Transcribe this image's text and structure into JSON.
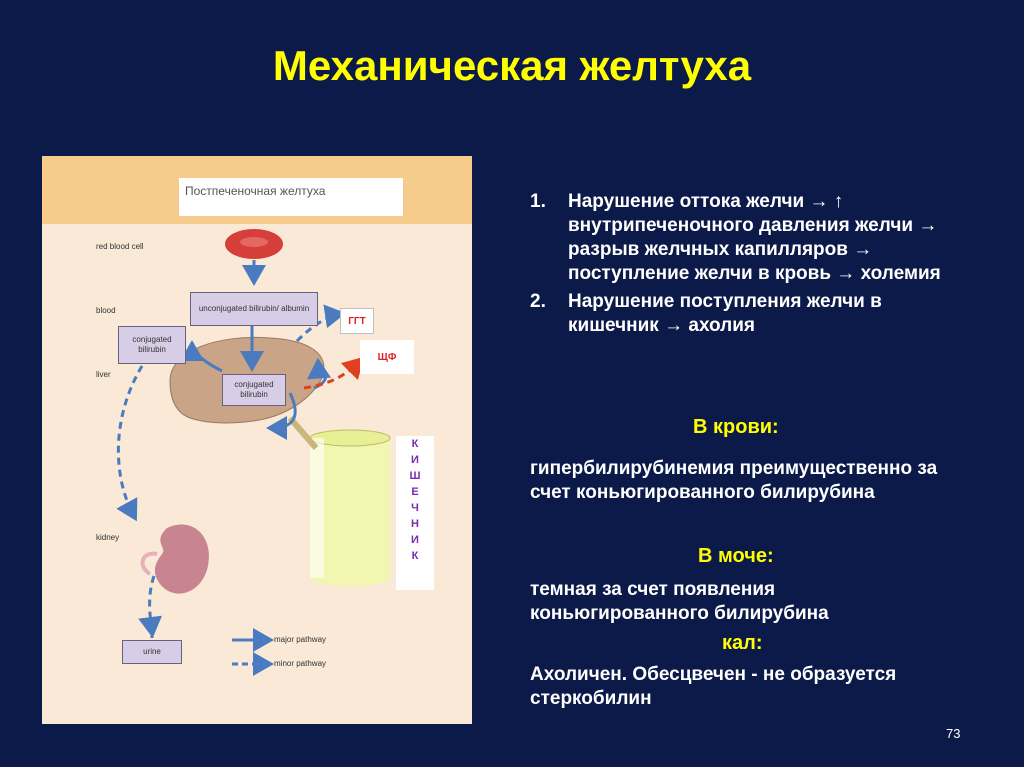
{
  "title": "Механическая желтуха",
  "figure": {
    "title": "Постпеченочная желтуха",
    "labels": {
      "red_blood_cell": "red blood cell",
      "blood": "blood",
      "liver": "liver",
      "kidney": "kidney"
    },
    "boxes": {
      "unconjugated": "unconjugated bilirubin/ albumin",
      "conjugated_blood": "conjugated bilirubin",
      "conjugated_liver": "conjugated bilirubin",
      "urine": "urine"
    },
    "enzymes": [
      "ГГТ",
      "ЩФ"
    ],
    "intestine_letters": [
      "К",
      "И",
      "Ш",
      "Е",
      "Ч",
      "Н",
      "И",
      "К"
    ],
    "legend": {
      "major": "major pathway",
      "minor": "minor pathway"
    },
    "colors": {
      "arrow": "#4a7bc0",
      "enzyme_arrow": "#e04020",
      "liver": "#c9a486",
      "rbc": "#d63e3a"
    }
  },
  "points": [
    {
      "num": "1.",
      "text": "Нарушение оттока желчи → ↑ внутрипеченочного давления желчи → разрыв желчных капилляров → поступление желчи в кровь → холемия"
    },
    {
      "num": "2.",
      "text": "Нарушение поступления желчи в кишечник → ахолия"
    }
  ],
  "blood": {
    "heading": "В крови:",
    "text": "гипербилирубинемия преимущественно за счет коньюгированного билирубина"
  },
  "urine": {
    "heading": "В моче:",
    "text": "темная за счет появления коньюгированного билирубина"
  },
  "stool": {
    "heading": "кал:",
    "text": "Ахоличен. Обесцвечен  - не образуется стеркобилин"
  },
  "page_number": "73"
}
